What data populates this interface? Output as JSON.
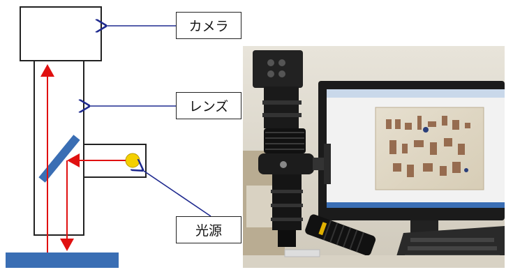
{
  "labels": {
    "camera": "カメラ",
    "lens": "レンズ",
    "light_source": "光源"
  },
  "colors": {
    "outline": "#222222",
    "arrow_blue": "#1f2a8f",
    "ray_red": "#e01010",
    "mirror_blue": "#3a6eb4",
    "stage_blue": "#3a6eb4",
    "light_yellow": "#f4d000"
  },
  "photo": {
    "description_icon": "microscope-camera-photo-icon"
  }
}
